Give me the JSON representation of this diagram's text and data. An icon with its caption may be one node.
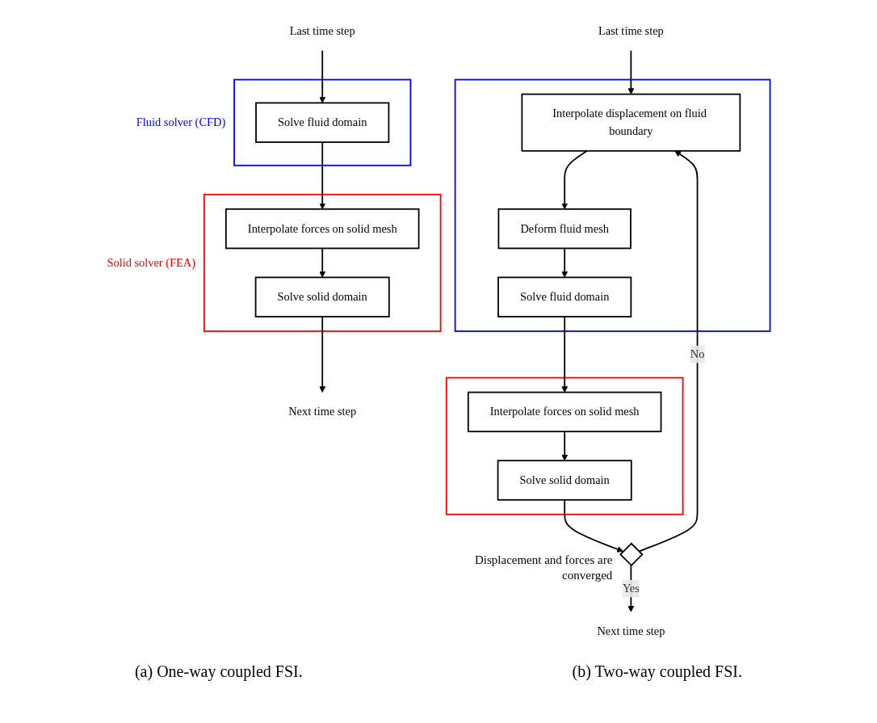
{
  "diagram": {
    "nodes": [
      {
        "text": [
          "Last time step"
        ]
      },
      {
        "text": [
          "Fluid solver (CFD)"
        ]
      },
      {
        "text": [
          "Solve fluid domain"
        ],
        "in": 1
      },
      {
        "text": [
          "Solid solver (FEA)"
        ]
      },
      {
        "text": [
          "Interpolate forces on solid mesh"
        ],
        "in": 3
      },
      {
        "text": [
          "Solve solid domain"
        ],
        "in": 3
      },
      {
        "text": [
          "Next time step"
        ]
      },
      {
        "text": [
          "Last time step"
        ]
      },
      {
        "text": [],
        "shape": "box"
      },
      {
        "text": [
          "Interpolate displacement on fluid boundary"
        ],
        "in": 8
      },
      {
        "text": [
          "Deform fluid mesh"
        ],
        "in": 8
      },
      {
        "text": [
          "Solve fluid domain"
        ],
        "in": 8
      },
      {
        "text": [],
        "shape": "box"
      },
      {
        "text": [
          "Interpolate forces on solid mesh"
        ],
        "in": 12
      },
      {
        "text": [
          "Solve solid domain"
        ],
        "in": 12
      },
      {
        "text": [],
        "shape": "diamond",
        "beside": [
          "Displacement and forces are converged"
        ]
      },
      {
        "text": [
          "Next time step"
        ]
      }
    ],
    "edges": [
      {
        "from": 0,
        "to": 2,
        "arrow": "to"
      },
      {
        "from": 2,
        "to": 4,
        "arrow": "to"
      },
      {
        "from": 4,
        "to": 5,
        "arrow": "to"
      },
      {
        "from": 5,
        "to": 6,
        "arrow": "to"
      },
      {
        "from": 7,
        "to": 9,
        "arrow": "to"
      },
      {
        "from": 9,
        "to": 10,
        "arrow": "to"
      },
      {
        "from": 10,
        "to": 11,
        "arrow": "to"
      },
      {
        "from": 11,
        "to": 13,
        "arrow": "to"
      },
      {
        "from": 13,
        "to": 14,
        "arrow": "to"
      },
      {
        "from": 14,
        "to": 15,
        "arrow": "to"
      },
      {
        "from": 15,
        "to": 9,
        "label": "No",
        "arrow": "to"
      },
      {
        "from": 15,
        "to": 16,
        "label": "Yes",
        "arrow": "to"
      }
    ],
    "labels": [
      "(a) One-way coupled FSI.",
      "(b) Two-way coupled FSI."
    ]
  }
}
